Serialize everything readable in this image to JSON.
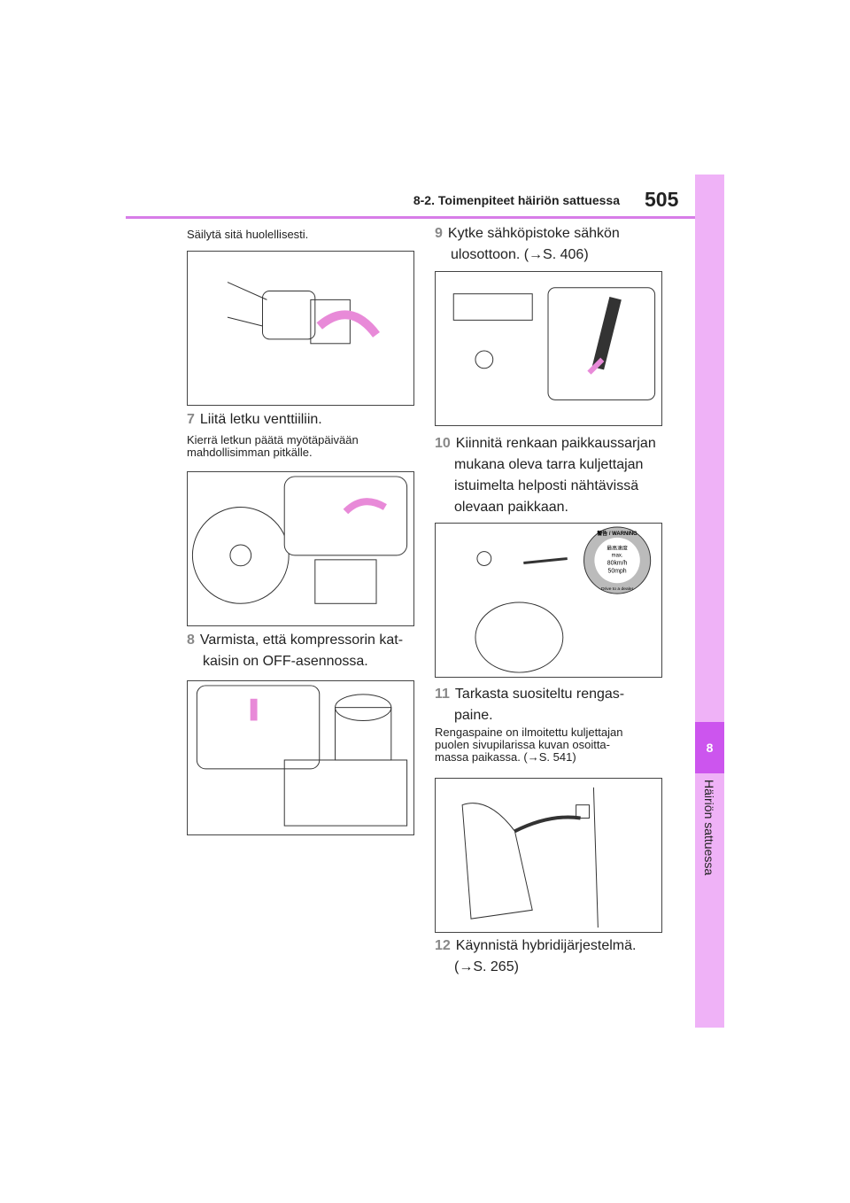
{
  "header": {
    "section": "8-2. Toimenpiteet häiriön sattuessa",
    "page_number": "505"
  },
  "side_tab": {
    "chapter": "8",
    "label": "Häiriön sattuessa"
  },
  "left": {
    "intro": "Säilytä sitä huolellisesti.",
    "step7": {
      "num": "7",
      "text": "Liitä letku venttiiliin.",
      "note": "Kierrä letkun päätä myötäpäivään mahdollisimman pitkälle."
    },
    "step8": {
      "num": "8",
      "text_line1": "Varmista, että kompressorin kat-",
      "text_line2": "kaisin on OFF-asennossa."
    }
  },
  "right": {
    "step9": {
      "num": "9",
      "line1": "Kytke sähköpistoke sähkön",
      "line2": "ulosottoon. (→S. 406)"
    },
    "step10": {
      "num": "10",
      "line1": "Kiinnitä renkaan paikkaussarjan",
      "line2": "mukana oleva tarra kuljettajan",
      "line3": "istuimelta helposti nähtävissä",
      "line4": "olevaan paikkaan."
    },
    "sticker": {
      "title": "警告 / WARNING",
      "jp": "最高速度",
      "max": "max.",
      "kmh": "80km/h",
      "mph": "50mph",
      "bottom": "Drive to a dealer"
    },
    "step11": {
      "num": "11",
      "line1": "Tarkasta suositeltu rengas-",
      "line2": "paine.",
      "note1": "Rengaspaine on ilmoitettu kuljettajan",
      "note2": "puolen sivupilarissa kuvan osoitta-",
      "note3": "massa paikassa. (→S. 541)"
    },
    "step12": {
      "num": "12",
      "line1": "Käynnistä hybridijärjestelmä.",
      "line2": "(→S. 265)"
    }
  },
  "colors": {
    "accent": "#d77de8",
    "tab": "#efb2f7",
    "tab_dark": "#cc55ee",
    "arrow": "#e88ad8"
  }
}
